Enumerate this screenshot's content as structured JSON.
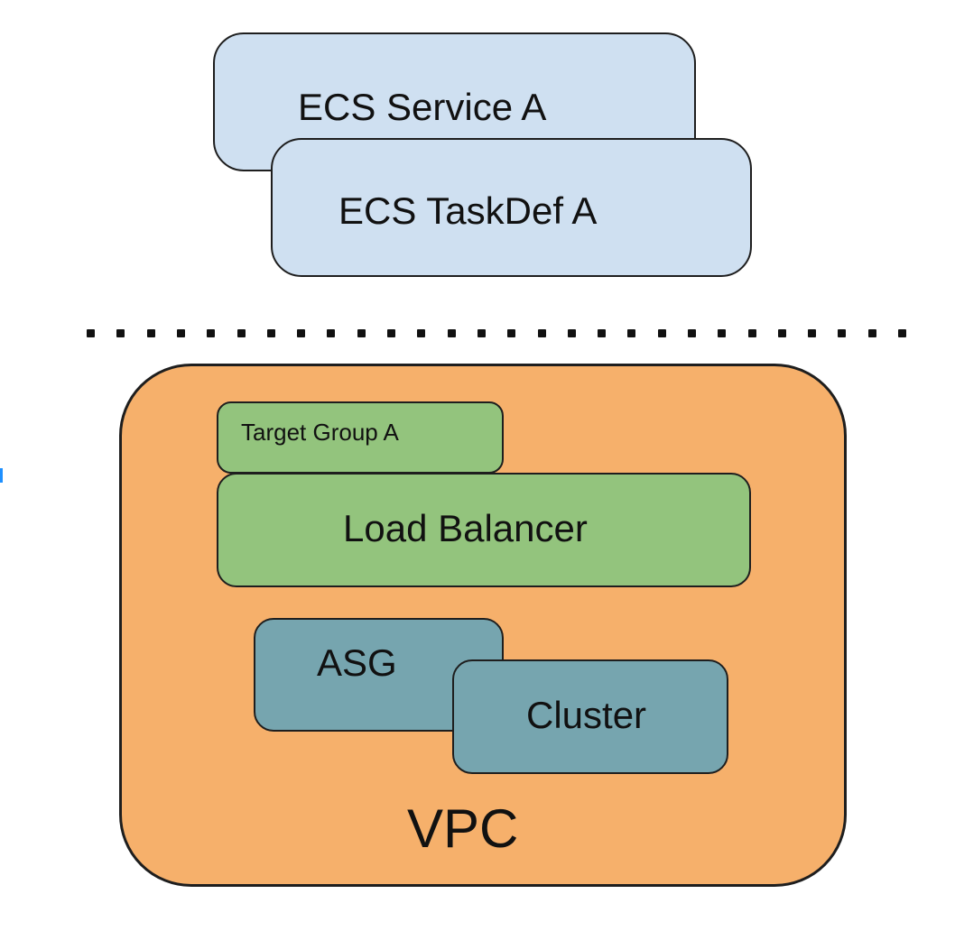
{
  "diagram": {
    "top_group": {
      "service": {
        "label": "ECS Service A",
        "fill": "#cfe0f1"
      },
      "task_definition": {
        "label": "ECS TaskDef A",
        "fill": "#cfe0f1"
      }
    },
    "separator": {
      "style": "dotted"
    },
    "vpc": {
      "label": "VPC",
      "fill": "#f6b06b",
      "children": {
        "target_group": {
          "label": "Target Group A",
          "fill": "#93c47d"
        },
        "load_balancer": {
          "label": "Load Balancer",
          "fill": "#93c47d"
        },
        "asg": {
          "label": "ASG",
          "fill": "#76a5af"
        },
        "cluster": {
          "label": "Cluster",
          "fill": "#76a5af"
        }
      }
    },
    "accent_color": "#1e90ff"
  }
}
